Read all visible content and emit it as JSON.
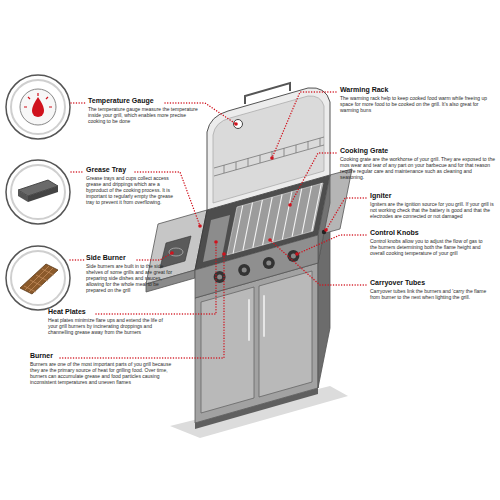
{
  "diagram": {
    "nodes": [
      {
        "text": [
          "Temperature Gauge",
          "The temperature gauge measure the temperature inside your grill, which enables more precise cooking to be done"
        ]
      },
      {
        "text": [
          "Grease Tray",
          "Grease trays and cups collect access grease and drippings which are a byproduct of the cooking process. It is important to regularly empty the grease tray to prevent it from overflowing."
        ]
      },
      {
        "text": [
          "Side Burner",
          "Side burners are built in to the side shelves of some grills and are great for preparing side dishes and sauces, allowing for the whole meal to be prepared on the grill"
        ]
      },
      {
        "text": [
          "Heat Plates",
          "Heat plates minimize flare ups and extend the life of your grill burners by incinerating droppings and channelling grease away from the burners"
        ]
      },
      {
        "text": [
          "Burner",
          "Burners are one of the most important parts of you grill because they are the primary source of heat for grilling food. Over time, burners can accumulate grease and food particles causing inconsistent temperatures and uneven flames"
        ]
      },
      {
        "text": [
          "Warming Rack",
          "The warming rack help to keep cooked food warm while freeing up space for more food to be cooked on the grill. It's also great for warming buns"
        ]
      },
      {
        "text": [
          "Cooking Grate",
          "Cooking grate are the workhorse of your grill. They are exposed to the mos wear and tear of any part on your barbecue and for that reason require regular care and maintenance such as cleaning and seasoning."
        ]
      },
      {
        "text": [
          "Igniter",
          "Igniters are the ignition source for you grill. If your grill is not working check that the battery is good and that the electrodes are connected or not damaged"
        ]
      },
      {
        "text": [
          "Control Knobs",
          "Control knobs allow you to adjust the flow of gas to the burners determining both the flame height and overall cooking temperature of your grill"
        ]
      },
      {
        "text": [
          "Carryover Tubes",
          "Carryover tubes link the burners and 'carry the flame from burner to the next when lighting the grill."
        ]
      }
    ]
  }
}
